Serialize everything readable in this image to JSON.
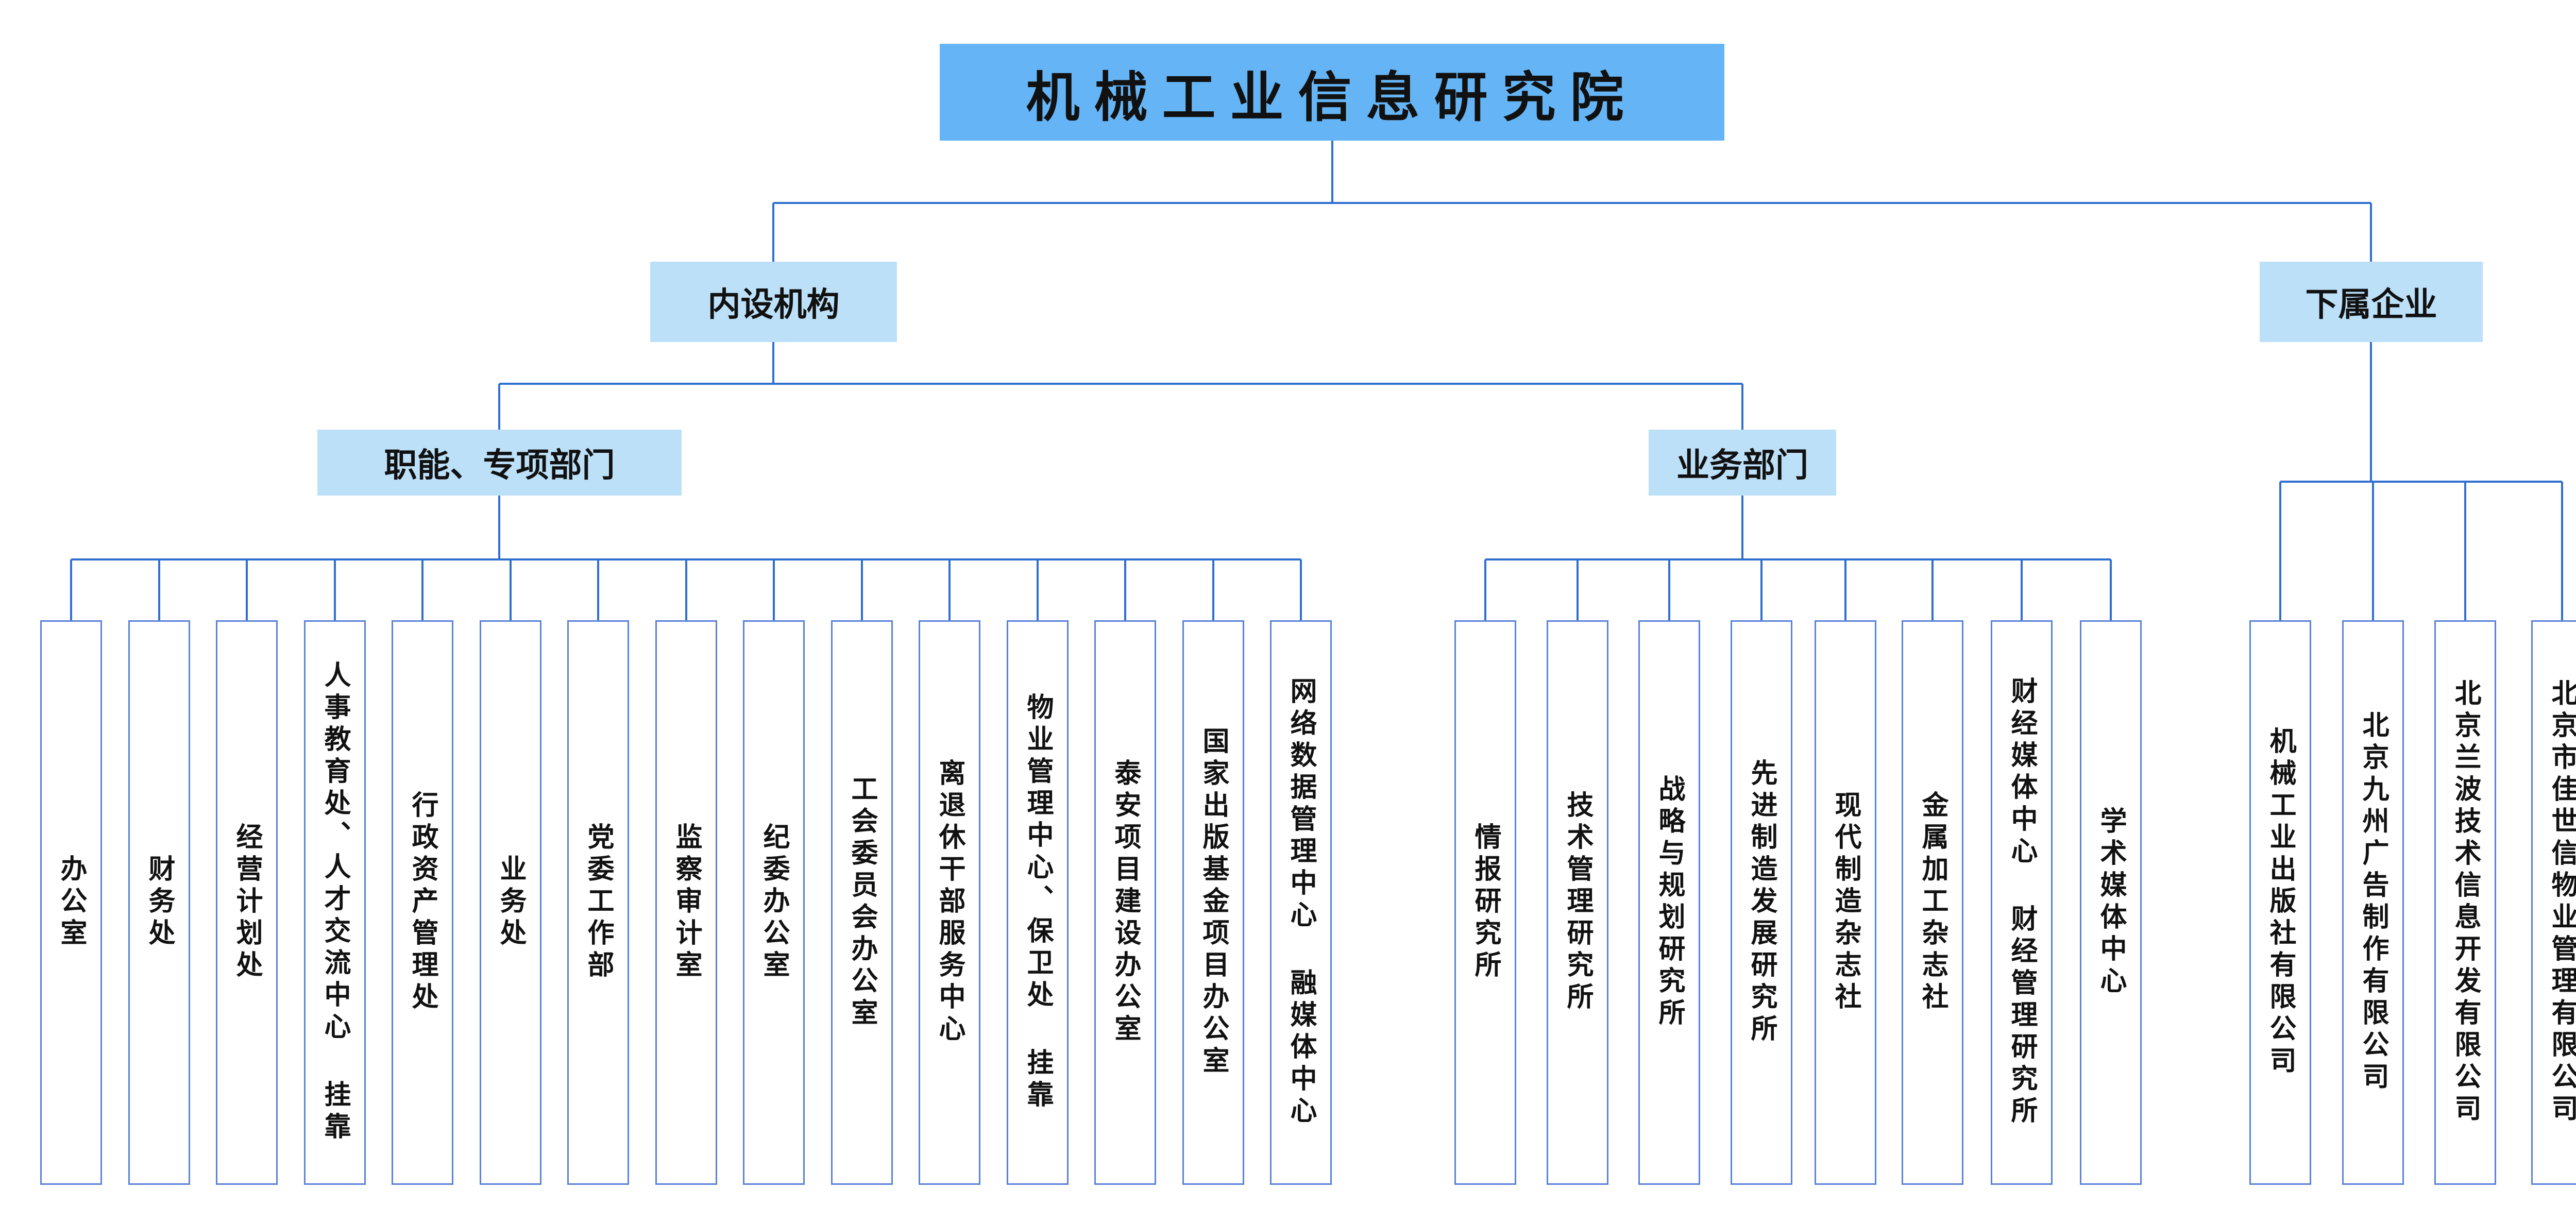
{
  "root": {
    "label": "机械工业信息研究院"
  },
  "branches": {
    "internal": {
      "label": "内设机构"
    },
    "subsidiaries": {
      "label": "下属企业"
    }
  },
  "groups": {
    "functional": {
      "label": "职能、专项部门"
    },
    "business": {
      "label": "业务部门"
    }
  },
  "functional_units": [
    "办公室",
    "财务处",
    "经营计划处",
    "人事教育处、人才交流中心 挂靠",
    "行政资产管理处",
    "业务处",
    "党委工作部",
    "监察审计室",
    "纪委办公室",
    "工会委员会办公室",
    "离退休干部服务中心",
    "物业管理中心、保卫处 挂靠",
    "泰安项目建设办公室",
    "国家出版基金项目办公室",
    "网络数据管理中心 融媒体中心"
  ],
  "business_units": [
    "情报研究所",
    "技术管理研究所",
    "战略与规划研究所",
    "先进制造发展研究所",
    "现代制造杂志社",
    "金属加工杂志社",
    "财经媒体中心 财经管理研究所",
    "学术媒体中心"
  ],
  "subsidiary_units": [
    "机械工业出版社有限公司",
    "北京九州广告制作有限公司",
    "北京兰波技术信息开发有限公司",
    "北京市佳世信物业管理有限公司"
  ],
  "colors": {
    "root_fill": "#65b5f6",
    "level2_fill": "#bde0f9",
    "connector": "#2f6fd0",
    "leaf_border": "#5b82d9"
  }
}
